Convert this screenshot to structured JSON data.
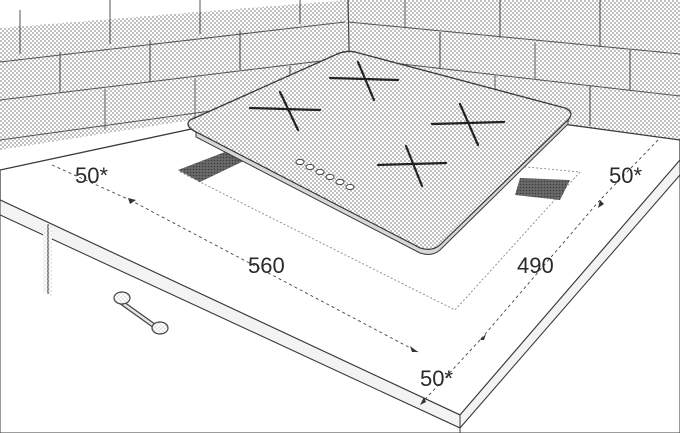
{
  "dimensions": {
    "left_margin": "50*",
    "right_margin": "50*",
    "front_margin": "50*",
    "cutout_width": "560",
    "cutout_depth": "490"
  }
}
